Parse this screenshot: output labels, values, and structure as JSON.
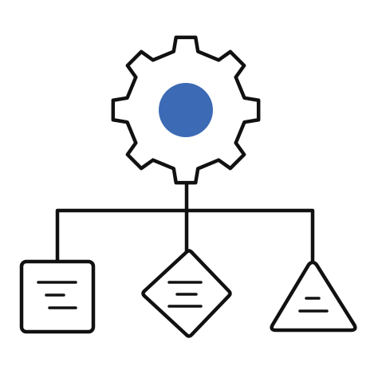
{
  "diagram": {
    "root": {
      "icon": "gear-icon",
      "center_color": "#3d6ab5"
    },
    "children": [
      {
        "shape": "rounded-square",
        "icon": "text-lines-icon",
        "lines": 3
      },
      {
        "shape": "diamond",
        "icon": "text-lines-icon",
        "lines": 3
      },
      {
        "shape": "triangle",
        "icon": "text-lines-icon",
        "lines": 2
      }
    ],
    "stroke_color": "#111111",
    "fill_color": "#ffffff"
  }
}
